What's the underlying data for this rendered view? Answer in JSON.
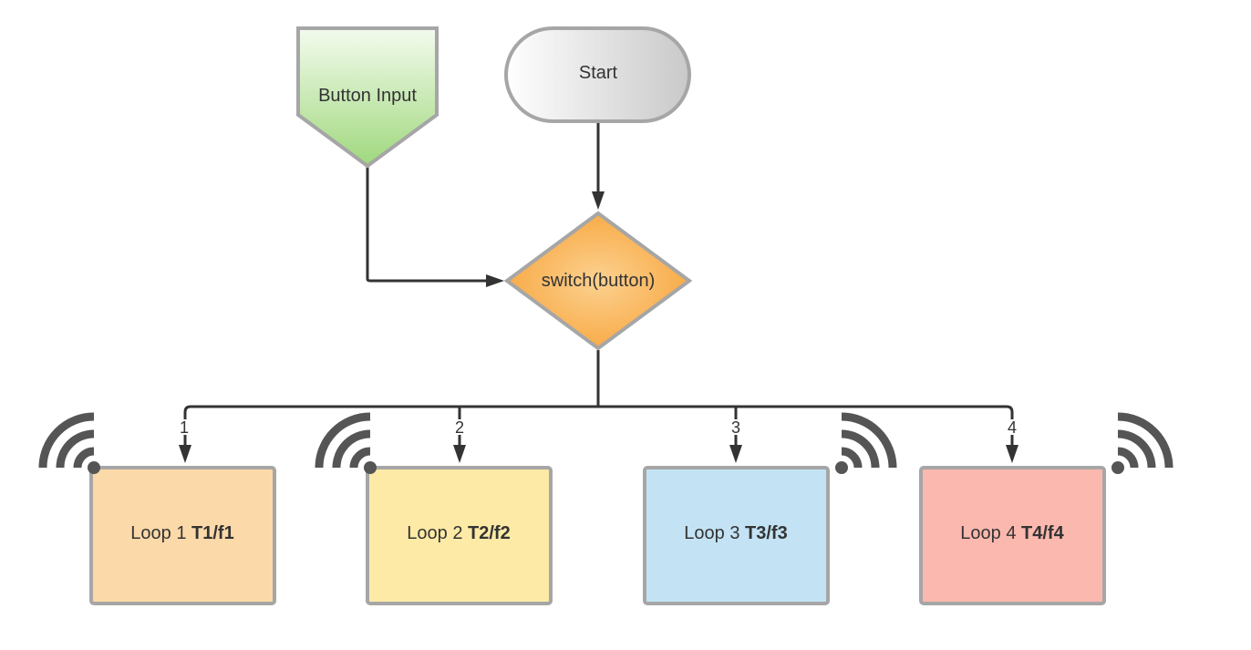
{
  "nodes": {
    "button_input": {
      "label": "Button Input"
    },
    "start": {
      "label": "Start"
    },
    "switch": {
      "label": "switch(button)"
    },
    "loops": [
      {
        "prefix": "Loop 1 ",
        "bold": "T1/f1",
        "case": "1"
      },
      {
        "prefix": "Loop 2 ",
        "bold": "T2/f2",
        "case": "2"
      },
      {
        "prefix": "Loop 3 ",
        "bold": "T3/f3",
        "case": "3"
      },
      {
        "prefix": "Loop 4 ",
        "bold": "T4/f4",
        "case": "4"
      }
    ]
  },
  "colors": {
    "loop_fills": [
      "#fcd9a8",
      "#fdeaa6",
      "#c3e3f5",
      "#fbb8ae"
    ],
    "input_gradient": [
      "#f4fbee",
      "#9fd87d"
    ],
    "start_gradient": [
      "#ffffff",
      "#c9c9c9"
    ],
    "switch_gradient": [
      "#fcd190",
      "#f7a43a"
    ],
    "stroke": "#a6a6a6",
    "edge": "#333333",
    "signal": "#555555"
  },
  "icons": {
    "signal": "wireless-signal-icon"
  }
}
